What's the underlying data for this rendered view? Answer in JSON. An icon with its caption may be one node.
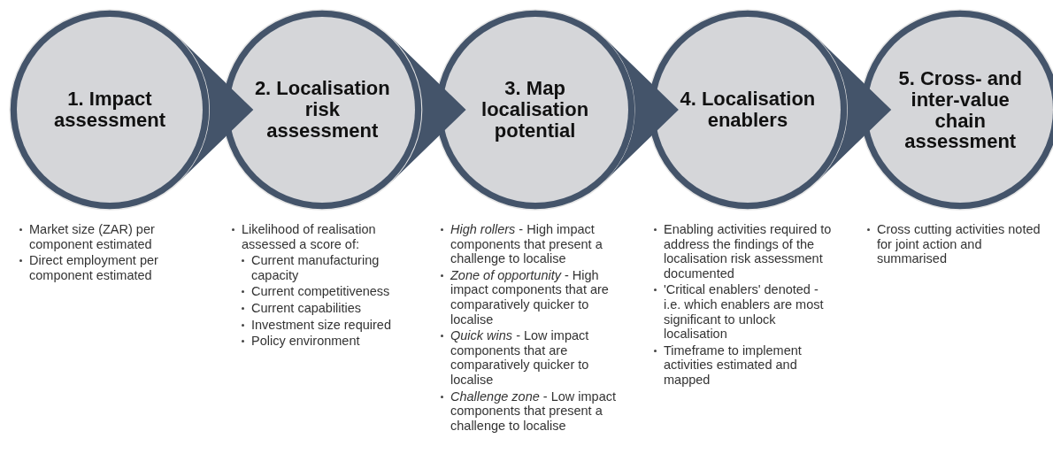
{
  "diagram": {
    "nodes": [
      {
        "text": [
          "1. Impact assessment"
        ],
        "beside": [
          "Market size (ZAR) per component estimated",
          "Direct employment per component estimated"
        ]
      },
      {
        "text": [
          "2. Localisation risk assessment"
        ],
        "beside": [
          "Likelihood of realisation assessed a score of:",
          "Current manufacturing capacity",
          "Current competitiveness",
          "Current capabilities",
          "Investment size required",
          "Policy environment"
        ]
      },
      {
        "text": [
          "3. Map localisation potential"
        ],
        "beside": [
          "*High rollers* - High impact components that present a challenge to localise",
          "*Zone of opportunity* - High impact components that are comparatively quicker to localise",
          "*Quick wins* - Low impact components that are comparatively quicker to localise",
          "*Challenge zone* - Low impact components that present a challenge to localise"
        ]
      },
      {
        "text": [
          "4. Localisation enablers"
        ],
        "beside": [
          "Enabling activities required to address the findings of the localisation risk assessment documented",
          "'Critical enablers' denoted - i.e. which enablers are most significant to unlock localisation",
          "Timeframe to implement activities estimated and mapped"
        ]
      },
      {
        "text": [
          "5. Cross- and inter-value chain assessment"
        ],
        "beside": [
          "Cross cutting activities noted for joint action and summarised"
        ]
      }
    ],
    "edges": [
      {
        "from": 0,
        "to": 1,
        "arrow": "to"
      },
      {
        "from": 1,
        "to": 2,
        "arrow": "to"
      },
      {
        "from": 2,
        "to": 3,
        "arrow": "to"
      },
      {
        "from": 3,
        "to": 4,
        "arrow": "to"
      }
    ]
  }
}
